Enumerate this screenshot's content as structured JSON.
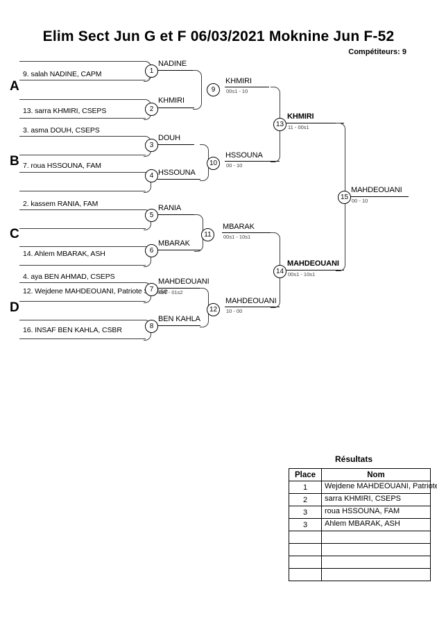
{
  "header": {
    "title": "Elim Sect Jun G et F  06/03/2021  Moknine    Jun F-52",
    "competitors_label": "Compétiteurs: 9"
  },
  "groups": [
    {
      "label": "A"
    },
    {
      "label": "B"
    },
    {
      "label": "C"
    },
    {
      "label": "D"
    }
  ],
  "entries": [
    {
      "id": "e1",
      "text": "9. salah NADINE, CAPM"
    },
    {
      "id": "e2",
      "text": "13. sarra KHMIRI, CSEPS"
    },
    {
      "id": "e3",
      "text": "3. asma DOUH, CSEPS"
    },
    {
      "id": "e4",
      "text": "7. roua HSSOUNA, FAM"
    },
    {
      "id": "e5",
      "text": "2. kassem RANIA, FAM"
    },
    {
      "id": "e6",
      "text": "14. Ahlem MBARAK, ASH"
    },
    {
      "id": "e7",
      "text": "4. aya BEN AHMAD, CSEPS"
    },
    {
      "id": "e8",
      "text": "12. Wejdene MAHDEOUANI, Patriote Sousse"
    },
    {
      "id": "e9",
      "text": "16. INSAF BEN KAHLA, CSBR"
    }
  ],
  "matches": [
    {
      "num": "1",
      "winner": "NADINE",
      "score": "",
      "bold": false
    },
    {
      "num": "2",
      "winner": "KHMIRI",
      "score": "",
      "bold": false
    },
    {
      "num": "3",
      "winner": "DOUH",
      "score": "",
      "bold": false
    },
    {
      "num": "4",
      "winner": "HSSOUNA",
      "score": "",
      "bold": false
    },
    {
      "num": "5",
      "winner": "RANIA",
      "score": "",
      "bold": false
    },
    {
      "num": "6",
      "winner": "MBARAK",
      "score": "",
      "bold": false
    },
    {
      "num": "7",
      "winner": "MAHDEOUANI",
      "score": "ss1 - 01s2",
      "bold": false
    },
    {
      "num": "8",
      "winner": "BEN KAHLA",
      "score": "",
      "bold": false
    },
    {
      "num": "9",
      "winner": "KHMIRI",
      "score": "00s1 - 10",
      "bold": false
    },
    {
      "num": "10",
      "winner": "HSSOUNA",
      "score": "00 - 10",
      "bold": false
    },
    {
      "num": "11",
      "winner": "MBARAK",
      "score": "00s1 - 10s1",
      "bold": false
    },
    {
      "num": "12",
      "winner": "MAHDEOUANI",
      "score": "10 - 00",
      "bold": false
    },
    {
      "num": "13",
      "winner": "KHMIRI",
      "score": "11 - 00s1",
      "bold": true
    },
    {
      "num": "14",
      "winner": "MAHDEOUANI",
      "score": "00s1 - 10s1",
      "bold": true
    },
    {
      "num": "15",
      "winner": "MAHDEOUANI",
      "score": "00 - 10",
      "bold": false
    }
  ],
  "results": {
    "title": "Résultats",
    "columns": [
      "Place",
      "Nom"
    ],
    "rows": [
      {
        "place": "1",
        "nom": "Wejdene MAHDEOUANI, Patriote Sousse"
      },
      {
        "place": "2",
        "nom": "sarra KHMIRI, CSEPS"
      },
      {
        "place": "3",
        "nom": "roua HSSOUNA, FAM"
      },
      {
        "place": "3",
        "nom": "Ahlem MBARAK, ASH"
      },
      {
        "place": "",
        "nom": ""
      },
      {
        "place": "",
        "nom": ""
      },
      {
        "place": "",
        "nom": ""
      },
      {
        "place": "",
        "nom": ""
      }
    ]
  }
}
